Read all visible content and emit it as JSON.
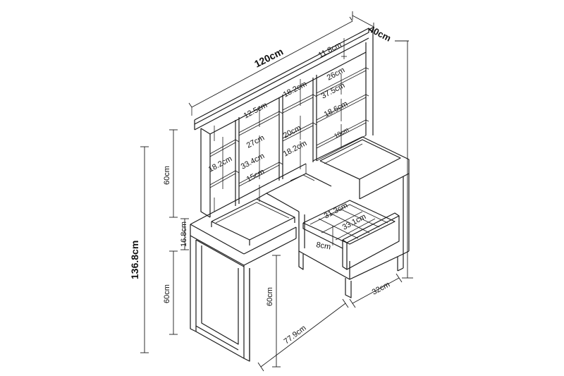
{
  "dimensions": {
    "width_total": "120cm",
    "depth_total": "40cm",
    "height_total": "136.8cm",
    "hutch_height": "60cm",
    "drawer_band": "16.8cm",
    "desk_height_left": "60cm",
    "desk_height_inner": "60cm",
    "desk_width": "77.9cm",
    "side_depth": "32cm",
    "top_shelf": "11.8cm",
    "right_shelf_w": "26cm",
    "right_shelf_h": "37.5cm",
    "right_mid": "18.6cm",
    "right_low": "10cm",
    "center_top": "18.2cm",
    "center_mid": "20cm",
    "center_low": "18.2cm",
    "left_mid_top": "12.5cm",
    "left_mid_mid": "27cm",
    "left_mid_w": "33.4cm",
    "left_mid_low": "15cm",
    "left_shelf": "18.2cm",
    "drawer_w": "31.3cm",
    "drawer_d": "33.1cm",
    "drawer_h": "8cm"
  }
}
